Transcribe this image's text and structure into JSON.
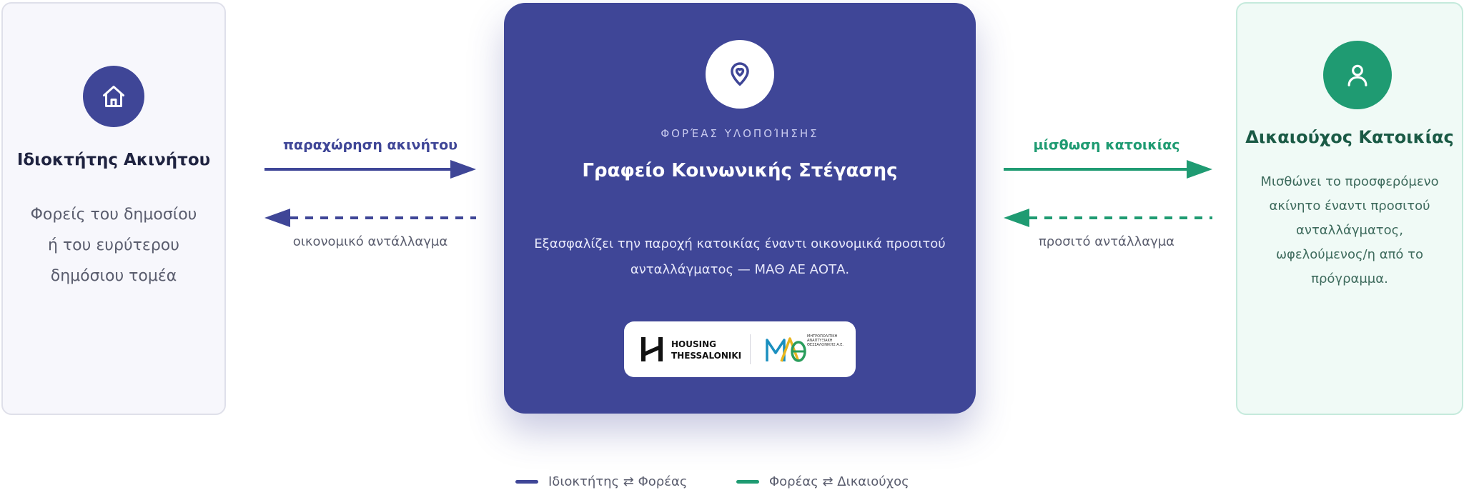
{
  "colors": {
    "indigo": "#3f4697",
    "green": "#1f9b72",
    "white": "#ffffff"
  },
  "left_card": {
    "icon": "home-icon",
    "title": "Ιδιοκτήτης Ακινήτου",
    "description": "Φορείς του δημοσίου ή του ευρύτερου δημόσιου τομέα"
  },
  "center_card": {
    "icon": "location-pin-icon",
    "eyebrow": "ΦΟΡΈΑΣ ΥΛΟΠΟΊΗΣΗΣ",
    "title": "Γραφείο Κοινωνικής Στέγασης",
    "description": "Εξασφαλίζει την παροχή κατοικίας έναντι οικονομικά προσιτού ανταλλάγματος — ΜΑΘ ΑΕ ΑΟΤΑ.",
    "logos": {
      "housing_line1": "HOUSING",
      "housing_line2": "THESSALONIKI",
      "math_fine_print": "ΜΗΤΡΟΠΟΛΙΤΙΚΗ ΑΝΑΠΤΥΞΙΑΚΗ ΘΕΣΣΑΛΟΝΙΚΗΣ Α.Ε."
    }
  },
  "right_card": {
    "icon": "user-icon",
    "title": "Δικαιούχος Κατοικίας",
    "description": "Μισθώνει το προσφερόμενο ακίνητο έναντι προσιτού ανταλλάγματος, ωφελούμενος/η από το πρόγραμμα."
  },
  "flows": {
    "left_forward_label": "παραχώρηση ακινήτου",
    "left_return_label": "οικονομικό αντάλλαγμα",
    "right_forward_label": "μίσθωση κατοικίας",
    "right_return_label": "προσιτό αντάλλαγμα"
  },
  "legend": {
    "item1": "Ιδιοκτήτης ⇄ Φορέας",
    "item2": "Φορέας ⇄ Δικαιούχος"
  }
}
